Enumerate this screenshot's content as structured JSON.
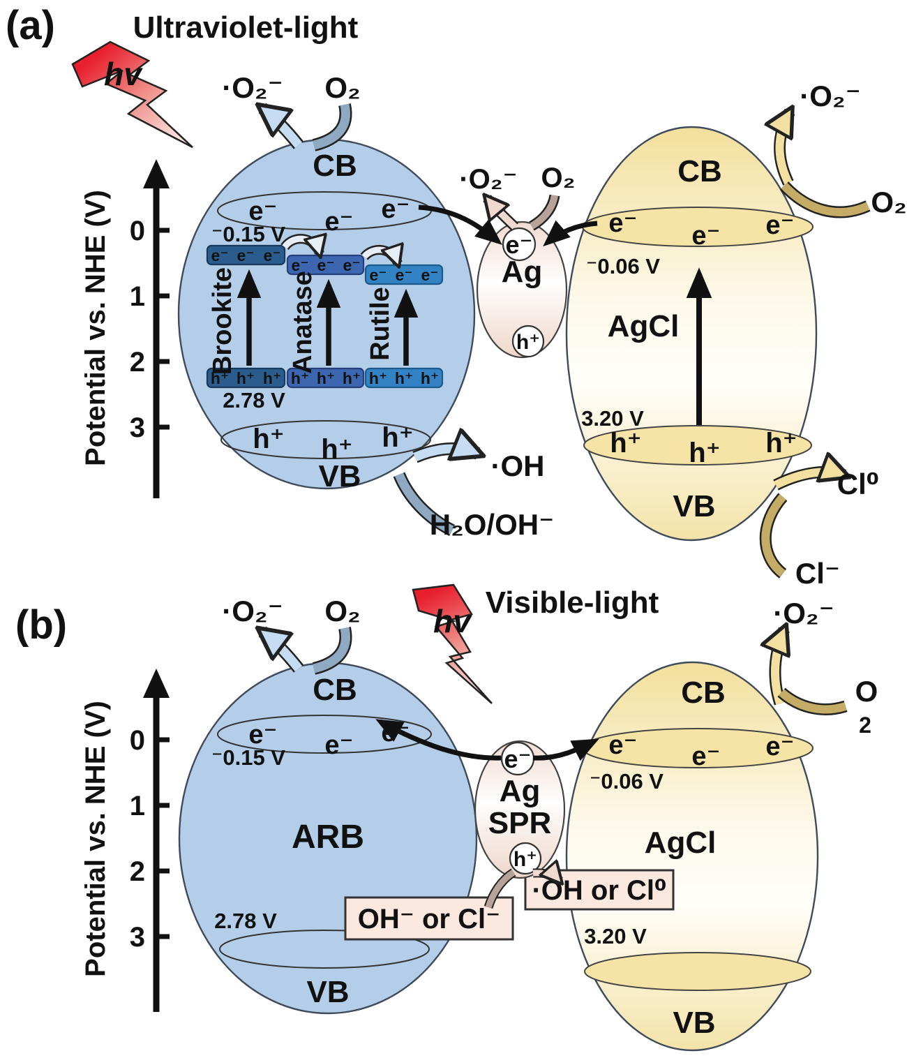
{
  "panel_a": {
    "label": "(a)",
    "title": "Ultraviolet-light",
    "light": "hv",
    "axis": {
      "label": "Potential vs. NHE (V)",
      "ticks": [
        "0",
        "1",
        "2",
        "3"
      ]
    },
    "tio2": {
      "cb": "CB",
      "vb": "VB",
      "cb_potential": "⁻0.15 V",
      "vb_potential": "2.78 V",
      "cb_electrons": [
        "e⁻",
        "e⁻",
        "e⁻"
      ],
      "vb_holes": [
        "h⁺",
        "h⁺",
        "h⁺"
      ],
      "phases": [
        {
          "name": "Brookite",
          "electrons": [
            "e⁻",
            "e⁻",
            "e⁻"
          ],
          "holes": [
            "h⁺",
            "h⁺",
            "h⁺"
          ]
        },
        {
          "name": "Anatase",
          "electrons": [
            "e⁻",
            "e⁻",
            "e⁻"
          ],
          "holes": [
            "h⁺",
            "h⁺",
            "h⁺"
          ]
        },
        {
          "name": "Rutile",
          "electrons": [
            "e⁻",
            "e⁻",
            "e⁻"
          ],
          "holes": [
            "h⁺",
            "h⁺",
            "h⁺"
          ]
        }
      ]
    },
    "ag": {
      "label": "Ag",
      "electron": "e⁻",
      "hole": "h⁺"
    },
    "agcl": {
      "label": "AgCl",
      "cb": "CB",
      "vb": "VB",
      "cb_potential": "⁻0.06 V",
      "vb_potential": "3.20 V",
      "cb_electrons": [
        "e⁻",
        "e⁻",
        "e⁻"
      ],
      "vb_holes": [
        "h⁺",
        "h⁺",
        "h⁺"
      ]
    },
    "reactions": {
      "tio2_o2": {
        "product": "·O₂⁻",
        "reactant": "O₂"
      },
      "ag_o2": {
        "product": "·O₂⁻",
        "reactant": "O₂"
      },
      "agcl_o2": {
        "product": "·O₂⁻",
        "reactant": "O₂"
      },
      "agcl_cl": {
        "product": "Cl⁰",
        "reactant": "Cl⁻"
      },
      "tio2_oh": {
        "product": "·OH",
        "reactant": "H₂O/OH⁻"
      }
    }
  },
  "panel_b": {
    "label": "(b)",
    "title": "Visible-light",
    "light": "hv",
    "axis": {
      "label": "Potential vs. NHE (V)",
      "ticks": [
        "0",
        "1",
        "2",
        "3"
      ]
    },
    "arb": {
      "name": "ARB",
      "cb": "CB",
      "vb": "VB",
      "cb_potential": "⁻0.15 V",
      "vb_potential": "2.78 V",
      "cb_electrons": [
        "e⁻",
        "e⁻",
        "e⁻"
      ]
    },
    "ag_spr": {
      "line1": "Ag",
      "line2": "SPR",
      "electron": "e⁻",
      "hole": "h⁺"
    },
    "agcl": {
      "label": "AgCl",
      "cb": "CB",
      "vb": "VB",
      "cb_potential": "⁻0.06 V",
      "vb_potential": "3.20 V",
      "cb_electrons": [
        "e⁻",
        "e⁻",
        "e⁻"
      ]
    },
    "reactions": {
      "arb_o2": {
        "product": "·O₂⁻",
        "reactant": "O₂"
      },
      "agcl_o2": {
        "product": "·O₂⁻",
        "reactant_line1": "O",
        "reactant_line2": "2"
      },
      "hole_oxidation": {
        "input": "OH⁻ or Cl⁻",
        "output": "·OH or Cl⁰"
      }
    }
  },
  "colors": {
    "ink": "#111111",
    "tio2_body": "#b4cde9",
    "agcl_top": "#f3df9c",
    "agcl_mid": "#fffef9",
    "agcl_bottom": "#f4e3a8",
    "agcl_lens": "#f6e3a6",
    "ag_top": "#f2dcd2",
    "ag_mid": "#fefefe",
    "ag_bottom": "#efd7ca",
    "brookite_band": "#2a5d8e",
    "anatase_band": "#3c66b0",
    "rutile_band": "#3383c4",
    "reaction_box": "#fbe9e0",
    "bolt_red": "#e8202e",
    "arrow_blue": "#c6dcf2",
    "arrow_steel": "#8fa9c2",
    "arrow_yellow": "#f3e0a0",
    "arrow_tan": "#c4ac66",
    "arrow_pink": "#f0d9cf",
    "arrow_taupe": "#b7a399",
    "hop_arrow": "#e8eef6"
  }
}
